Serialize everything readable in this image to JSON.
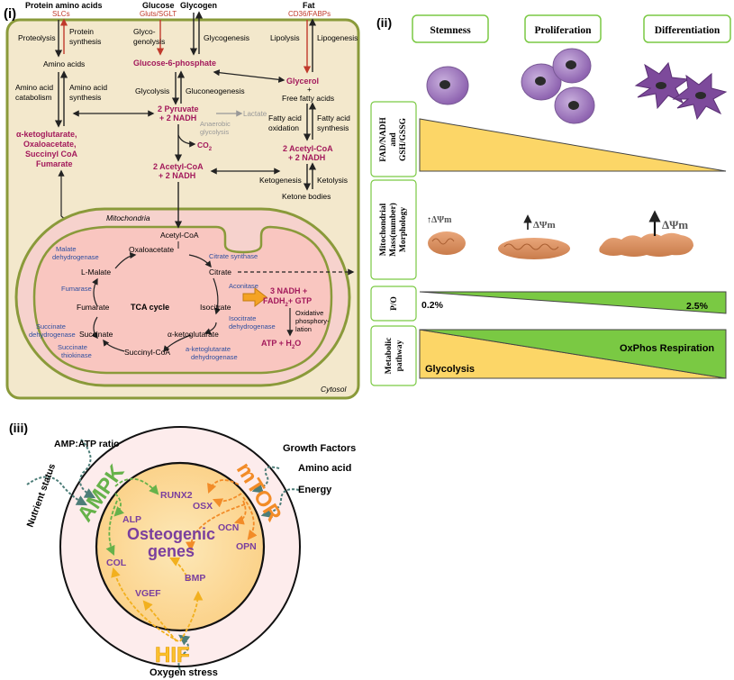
{
  "panel_i": {
    "label": "(i)",
    "sources": {
      "protein": {
        "title": "Protein amino acids",
        "transporter": "SLCs"
      },
      "glucose": {
        "title": "Glucose",
        "transporter": "Gluts/SGLT"
      },
      "glycogen": {
        "title": "Glycogen"
      },
      "fat": {
        "title": "Fat",
        "transporter": "CD36/FABPs"
      }
    },
    "labels": {
      "proteolysis": "Proteolysis",
      "protein_synthesis": [
        "Protein",
        "synthesis"
      ],
      "glycogenolysis": [
        "Glyco-",
        "genolysis"
      ],
      "glycogenesis": "Glycogenesis",
      "lipolysis": "Lipolysis",
      "lipogenesis": "Lipogenesis",
      "amino_acids": "Amino acids",
      "g6p": "Glucose-6-phosphate",
      "glycerol": "Glycerol",
      "plus": "+",
      "free_fatty_acids": "Free fatty acids",
      "aa_catabolism": [
        "Amino acid",
        "catabolism"
      ],
      "aa_synthesis": [
        "Amino acid",
        "synthesis"
      ],
      "glycolysis": "Glycolysis",
      "gluconeogenesis": "Gluconeogenesis",
      "pyruvate": [
        "2 Pyruvate",
        "+ 2 NADH"
      ],
      "lactate": "Lactate",
      "anaerobic": [
        "Anaerobic",
        "glycolysis"
      ],
      "fa_oxidation": [
        "Fatty acid",
        "oxidation"
      ],
      "fa_synthesis": [
        "Fatty acid",
        "synthesis"
      ],
      "keto_acids": [
        "α-ketoglutarate,",
        "Oxaloacetate,",
        "Succinyl CoA",
        "Fumarate"
      ],
      "co2": "CO",
      "co2_sub": "2",
      "acetyl_mid": [
        "2 Acetyl-CoA",
        "+ 2 NADH"
      ],
      "acetyl_right": [
        "2 Acetyl-CoA",
        "+ 2 NADH"
      ],
      "ketogenesis": "Ketogenesis",
      "ketolysis": "Ketolysis",
      "ketone_bodies": "Ketone bodies",
      "mitochondria": "Mitochondria",
      "cytosol": "Cytosol",
      "acetyl_coa": "Acetyl-CoA",
      "oxaloacetate": "Oxaloacetate",
      "malate_dh": [
        "Malate",
        "dehydrogenase"
      ],
      "citrate_synthase": "Citrate synthase",
      "l_malate": "L-Malate",
      "citrate": "Citrate",
      "fumarase": "Fumarase",
      "aconitase": "Aconitase",
      "fumarate": "Fumarate",
      "tca": "TCA cycle",
      "isocitrate": "Isocitrate",
      "succinate_dh": [
        "Succinate",
        "dehydrogenase"
      ],
      "isocitrate_dh": [
        "Isocitrate",
        "dehydrogenase"
      ],
      "succinate": "Succinate",
      "akg": "α-ketoglutarate",
      "succinate_thiokinase": [
        "Succinate",
        "thiokinase"
      ],
      "succinyl_coa": "Succinyl-CoA",
      "akg_dh": [
        "a-ketoglutarate",
        "dehydrogenase"
      ],
      "tca_output": [
        "3 NADH +",
        "FADH",
        "+ GTP"
      ],
      "fadh_sub": "2",
      "oxphos": [
        "Oxidative",
        "phosphory-",
        "lation"
      ],
      "atp": "ATP + H",
      "h2o_sub": "2",
      "atp_end": "O"
    }
  },
  "panel_ii": {
    "label": "(ii)",
    "stages": [
      "Stemness",
      "Proliferation",
      "Differentiation"
    ],
    "rows": {
      "redox": [
        "FAD/NADH",
        "and",
        "GSH/GSSG"
      ],
      "mito": [
        "Mitochondrial",
        "Mass(number)",
        "Morphology"
      ],
      "po": "P/O",
      "metabolic": [
        "Metabolic",
        "pathway"
      ]
    },
    "dpsi": "ΔΨm",
    "po_low": "0.2%",
    "po_high": "2.5%",
    "glycolysis": "Glycolysis",
    "oxphos": "OxPhos Respiration"
  },
  "panel_iii": {
    "label": "(iii)",
    "inputs": {
      "amp_atp": "AMP:ATP ratio",
      "nutrient": "Nutrient status",
      "growth": "Growth Factors",
      "amino": "Amino acid",
      "energy": "Energy",
      "oxygen": "Oxygen stress"
    },
    "sensors": {
      "ampk": "AMPK",
      "mtor": "mTOR",
      "hif": "HIF"
    },
    "center": [
      "Osteogenic",
      "genes"
    ],
    "genes": {
      "runx2": "RUNX2",
      "alp": "ALP",
      "osx": "OSX",
      "ocn": "OCN",
      "opn": "OPN",
      "col": "COL",
      "vgef": "VGEF",
      "bmp": "BMP"
    }
  },
  "colors": {
    "magenta": "#a3195b",
    "gray_red": "#8b1a1a",
    "cell_border": "#8a9a3a",
    "cell_fill": "#f3e8cc",
    "mito_fill": "#f6d2cd",
    "mito_inner": "#f9c6c0",
    "enzyme_blue": "#2f4fa0",
    "orange_arrow": "#f4a324",
    "green": "#7ac943",
    "yellow": "#fcd667",
    "purple": "#7a3f9e",
    "ampk_green": "#66b24a",
    "mtor_orange": "#f28c28",
    "hif_yellow": "#fbc02d"
  }
}
